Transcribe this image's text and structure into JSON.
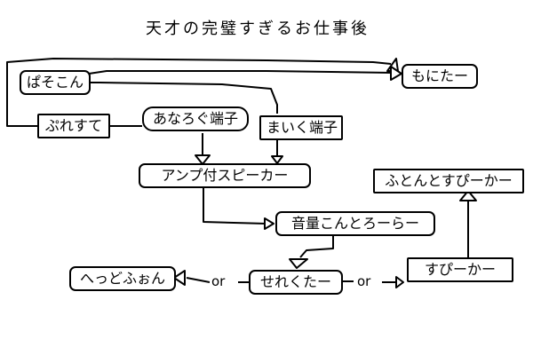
{
  "title": "天才の完璧すぎるお仕事後",
  "nodes": {
    "pc": "ぱそこん",
    "monitor": "もにたー",
    "station": "ぷれすて",
    "analog": "あなろぐ端子",
    "mic": "まいく端子",
    "amp_speaker": "アンプ付スピーカー",
    "futon_speaker": "ふとんとすぴーかー",
    "volume": "音量こんとろーらー",
    "headphone": "へっどふぉん",
    "selector": "せれくたー",
    "speaker": "すぴーかー"
  },
  "connectors": {
    "or_left": "or",
    "or_right": "or"
  },
  "edges": [
    {
      "from": "pc",
      "to": "monitor"
    },
    {
      "from": "station",
      "to": "monitor"
    },
    {
      "from": "pc",
      "to": "mic"
    },
    {
      "from": "station",
      "to": "analog"
    },
    {
      "from": "analog",
      "to": "amp_speaker"
    },
    {
      "from": "mic",
      "to": "amp_speaker"
    },
    {
      "from": "amp_speaker",
      "to": "volume"
    },
    {
      "from": "volume",
      "to": "selector"
    },
    {
      "from": "selector",
      "to": "headphone",
      "label": "or"
    },
    {
      "from": "selector",
      "to": "speaker",
      "label": "or"
    },
    {
      "from": "speaker",
      "to": "futon_speaker"
    }
  ]
}
